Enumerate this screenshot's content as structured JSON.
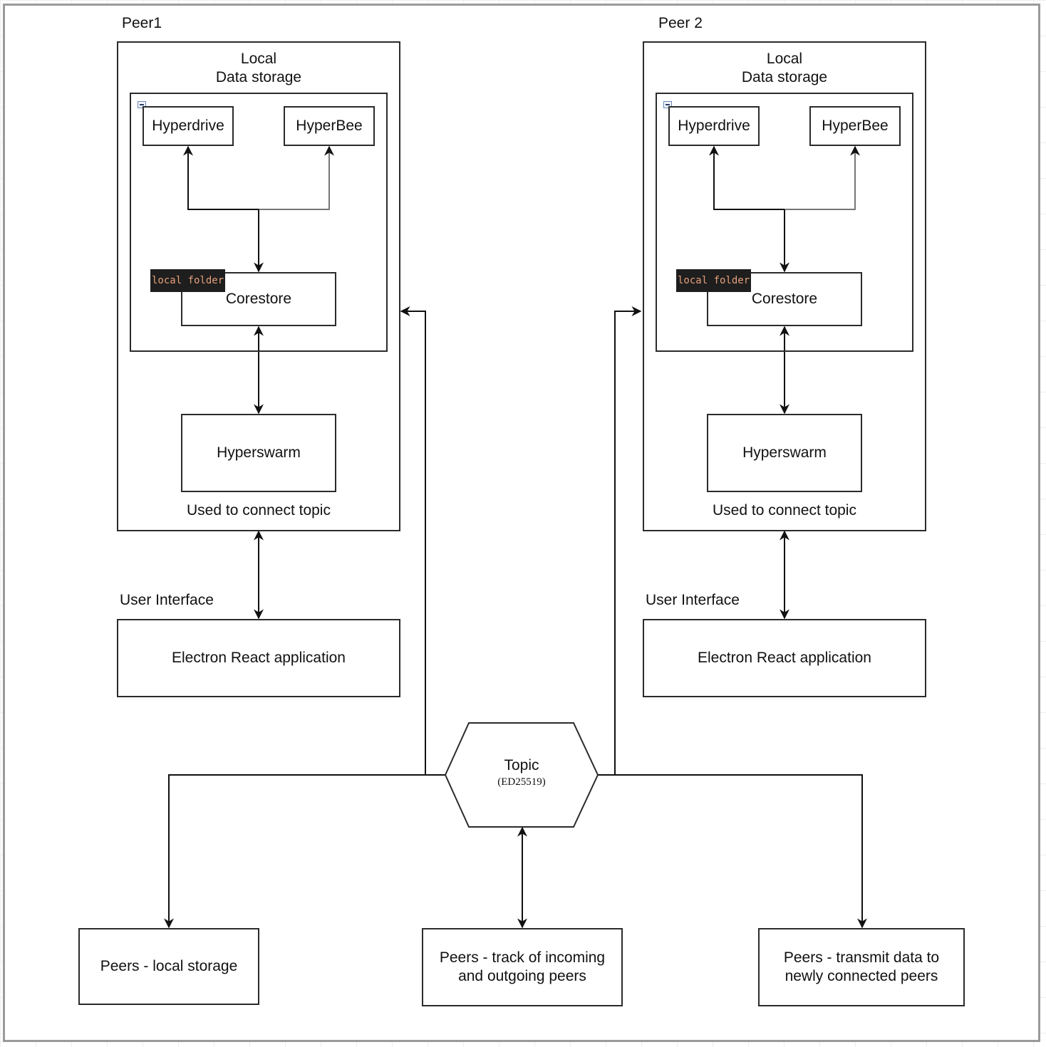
{
  "peers": [
    {
      "title": "Peer1",
      "storage_title": "Local\nData storage",
      "hyperdrive": "Hyperdrive",
      "hyperbee": "HyperBee",
      "corestore": "Corestore",
      "local_folder": "local folder",
      "hyperswarm": "Hyperswarm",
      "connect_caption": "Used to connect topic",
      "ui_label": "User Interface",
      "app": "Electron React application"
    },
    {
      "title": "Peer 2",
      "storage_title": "Local\nData storage",
      "hyperdrive": "Hyperdrive",
      "hyperbee": "HyperBee",
      "corestore": "Corestore",
      "local_folder": "local folder",
      "hyperswarm": "Hyperswarm",
      "connect_caption": "Used to connect topic",
      "ui_label": "User Interface",
      "app": "Electron React application"
    }
  ],
  "topic": {
    "title": "Topic",
    "subtitle": "(ED25519)"
  },
  "bottom": {
    "local_storage": "Peers - local storage",
    "track": "Peers - track of incoming\nand outgoing peers",
    "transmit": "Peers - transmit data to\nnewly connected peers"
  }
}
